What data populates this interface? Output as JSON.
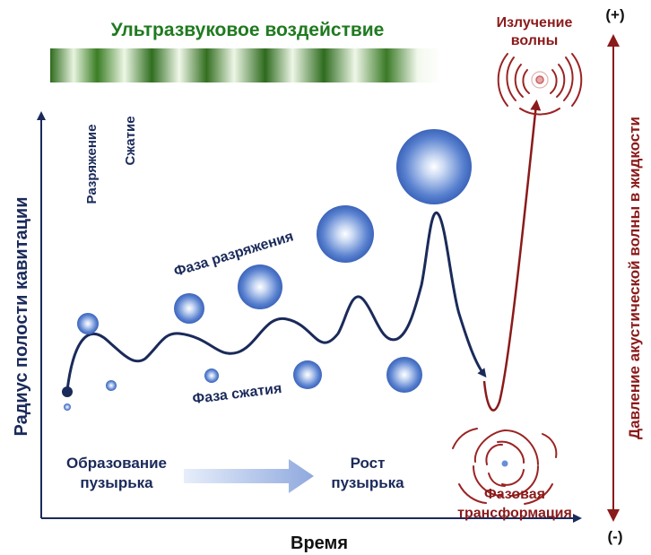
{
  "title": "Ультразвуковое воздействие",
  "y_axis_label": "Радиус полости кавитации",
  "x_axis_label": "Время",
  "right_axis_label": "Давление акустической волны в жидкости",
  "pressure_high": "(+)",
  "pressure_low": "(-)",
  "band_labels": {
    "rarefaction": "Разряжение",
    "compression": "Сжатие"
  },
  "phase_labels": {
    "rarefaction": "Фаза разряжения",
    "compression": "Фаза сжатия"
  },
  "stages": {
    "nucleation_line1": "Образование",
    "nucleation_line2": "пузырька",
    "growth_line1": "Рост",
    "growth_line2": "пузырька"
  },
  "emission": {
    "line1": "Излучение",
    "line2": "волны"
  },
  "transformation": {
    "line1": "Фазовая",
    "line2": "трансформация"
  },
  "colors": {
    "title_green": "#1f7a1f",
    "navy": "#1a2a5a",
    "dark_red": "#8b1a1a",
    "bubble_blue": "#3a66c4",
    "arrow_light_blue": "#9fb8e6"
  }
}
